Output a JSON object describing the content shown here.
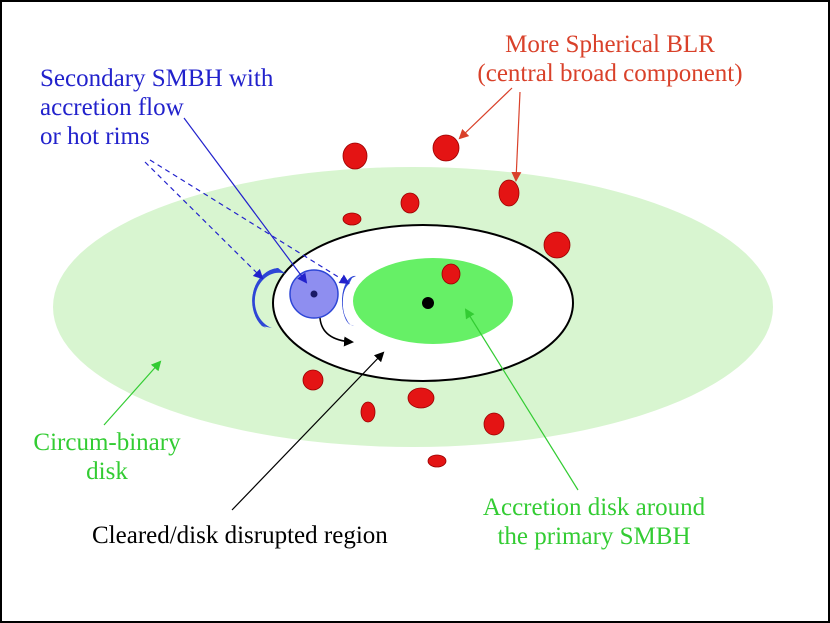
{
  "labels": {
    "secondary_line1": "Secondary SMBH with",
    "secondary_line2": "accretion flow",
    "secondary_line3": "or hot rims",
    "blr_line1": "More Spherical BLR",
    "blr_line2": "(central broad component)",
    "circum_line1": "Circum-binary",
    "circum_line2": "disk",
    "cleared": "Cleared/disk disrupted region",
    "accretion_line1": "Accretion disk around",
    "accretion_line2": "the primary SMBH"
  },
  "colors": {
    "circumbinary_disk": "#d8f5d0",
    "primary_disk": "#66f066",
    "secondary_smbh": "#8e8ef0",
    "hot_rims": "#2e46d6",
    "blr_clouds": "#e41414",
    "blue_text": "#2222cc",
    "red_text": "#d9412a",
    "green_text": "#33cc33"
  }
}
